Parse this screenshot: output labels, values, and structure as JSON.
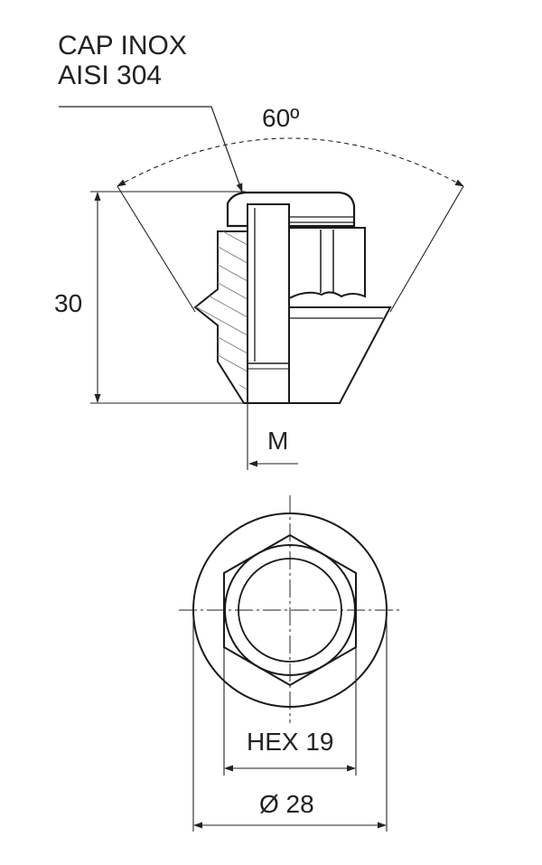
{
  "material": {
    "line1": "CAP INOX",
    "line2": "AISI 304"
  },
  "dimensions": {
    "angle": "60º",
    "height": "30",
    "thread": "M",
    "hex": "HEX 19",
    "diameter": "Ø 28"
  },
  "colors": {
    "line": "#1a1a1a",
    "dim_line": "#222222",
    "fill": "#ffffff",
    "hatch": "#8a8a8a"
  }
}
